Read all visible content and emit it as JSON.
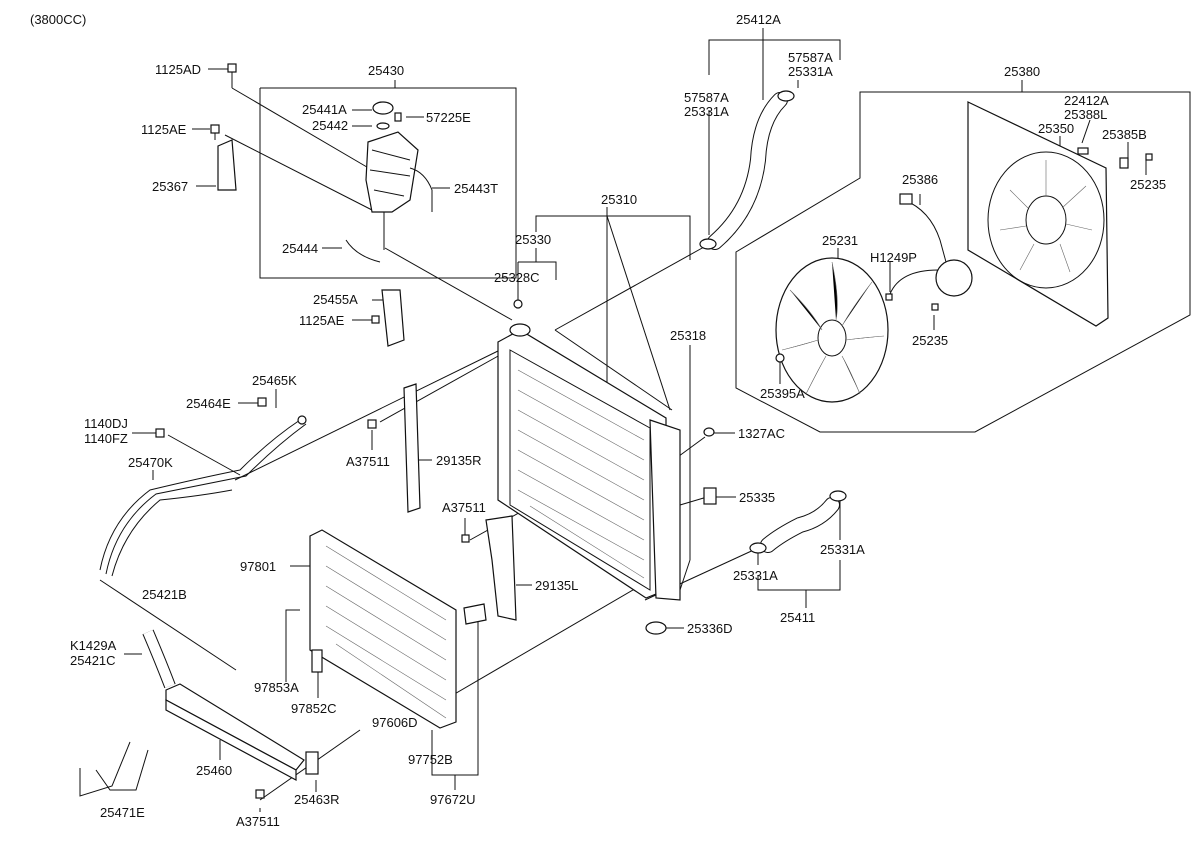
{
  "engine_note": "(3800CC)",
  "labels": {
    "p1125AD": "1125AD",
    "p25430": "25430",
    "p25441A": "25441A",
    "p25442": "25442",
    "p57225E": "57225E",
    "p1125AE_top": "1125AE",
    "p25367": "25367",
    "p25443T": "25443T",
    "p25444": "25444",
    "p25455A": "25455A",
    "p1125AE_mid": "1125AE",
    "p25412A": "25412A",
    "p57587A_r": "57587A",
    "p25331A_r": "25331A",
    "p57587A_l": "57587A",
    "p25331A_l": "25331A",
    "p25380": "25380",
    "p22412A": "22412A",
    "p25388L": "25388L",
    "p25350": "25350",
    "p25385B": "25385B",
    "p25235_top": "25235",
    "p25386": "25386",
    "p25231": "25231",
    "pH1249P": "H1249P",
    "p25235_bot": "25235",
    "p25395A": "25395A",
    "p25310": "25310",
    "p25330": "25330",
    "p25328C": "25328C",
    "p25318": "25318",
    "p25465K": "25465K",
    "p25464E": "25464E",
    "p1140DJ": "1140DJ",
    "p1140FZ": "1140FZ",
    "p25470K": "25470K",
    "pA37511_a": "A37511",
    "p29135R": "29135R",
    "p1327AC": "1327AC",
    "p25335": "25335",
    "pA37511_b": "A37511",
    "p29135L": "29135L",
    "p25331A_c": "25331A",
    "p25331A_d": "25331A",
    "p25411": "25411",
    "p25336D": "25336D",
    "p97801": "97801",
    "p25421B": "25421B",
    "pK1429A": "K1429A",
    "p25421C": "25421C",
    "p97853A": "97853A",
    "p97852C": "97852C",
    "p97606D": "97606D",
    "p97752B": "97752B",
    "p97672U": "97672U",
    "p25460": "25460",
    "p25463R": "25463R",
    "pA37511_c": "A37511",
    "p25471E": "25471E"
  }
}
